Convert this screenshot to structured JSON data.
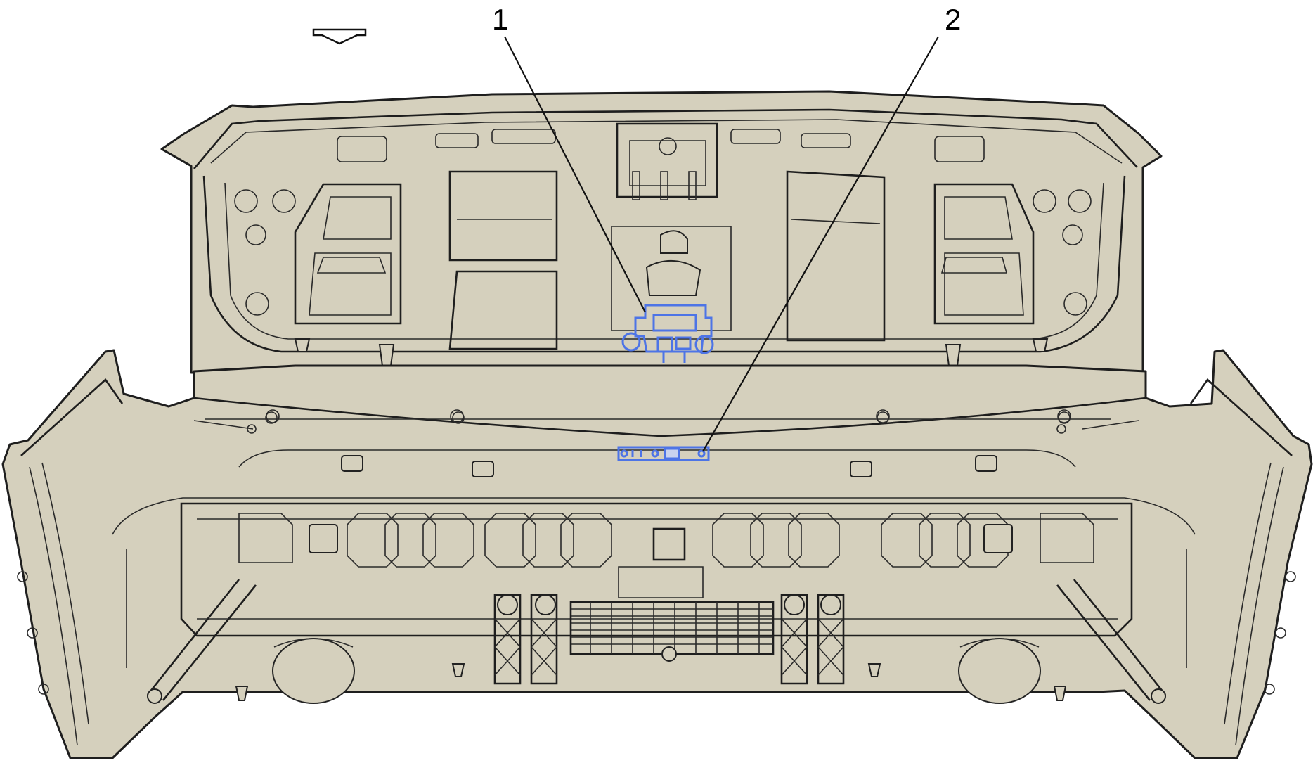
{
  "callouts": [
    {
      "id": "1",
      "label": "1"
    },
    {
      "id": "2",
      "label": "2"
    }
  ],
  "icons": {
    "direction": "down-arrow-icon"
  },
  "colors": {
    "body": "#d5d0bd",
    "outline": "#1e1e1e",
    "highlight": "#4d74e6"
  }
}
